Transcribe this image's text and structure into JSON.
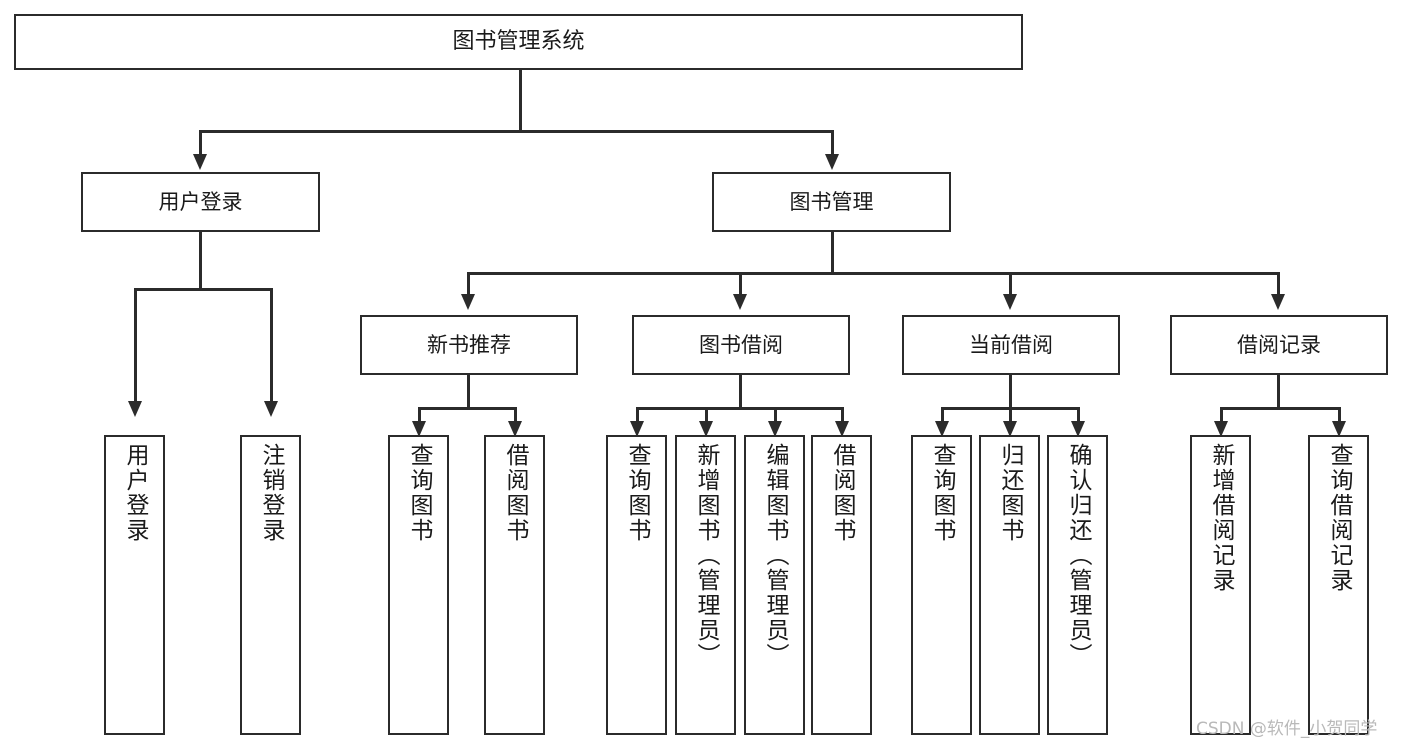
{
  "diagram": {
    "type": "tree-hierarchy-chart",
    "title_node": {
      "id": "root",
      "label": "图书管理系统"
    },
    "level2": [
      {
        "id": "user-login",
        "label": "用户登录"
      },
      {
        "id": "book-management",
        "label": "图书管理"
      }
    ],
    "level3": [
      {
        "id": "new-book-recommend",
        "label": "新书推荐",
        "parent": "book-management"
      },
      {
        "id": "book-borrow",
        "label": "图书借阅",
        "parent": "book-management"
      },
      {
        "id": "current-borrow",
        "label": "当前借阅",
        "parent": "book-management"
      },
      {
        "id": "borrow-record",
        "label": "借阅记录",
        "parent": "book-management"
      }
    ],
    "leaves": [
      {
        "id": "leaf-user-login",
        "label": "用户登录",
        "parent": "user-login"
      },
      {
        "id": "leaf-logout-login",
        "label": "注销登录",
        "parent": "user-login"
      },
      {
        "id": "leaf-query-book-1",
        "label": "查询图书",
        "parent": "new-book-recommend"
      },
      {
        "id": "leaf-borrow-book-1",
        "label": "借阅图书",
        "parent": "new-book-recommend"
      },
      {
        "id": "leaf-query-book-2",
        "label": "查询图书",
        "parent": "book-borrow"
      },
      {
        "id": "leaf-add-book",
        "label": "新增图书（管理员）",
        "parent": "book-borrow"
      },
      {
        "id": "leaf-edit-book",
        "label": "编辑图书（管理员）",
        "parent": "book-borrow"
      },
      {
        "id": "leaf-borrow-book-2",
        "label": "借阅图书",
        "parent": "book-borrow"
      },
      {
        "id": "leaf-query-book-3",
        "label": "查询图书",
        "parent": "current-borrow"
      },
      {
        "id": "leaf-return-book",
        "label": "归还图书",
        "parent": "current-borrow"
      },
      {
        "id": "leaf-confirm-return",
        "label": "确认归还（管理员）",
        "parent": "current-borrow"
      },
      {
        "id": "leaf-add-borrow-record",
        "label": "新增借阅记录",
        "parent": "borrow-record"
      },
      {
        "id": "leaf-query-borrow-record",
        "label": "查询借阅记录",
        "parent": "borrow-record"
      }
    ],
    "watermark": "CSDN @软件_小贺同学",
    "colors": {
      "stroke": "#2b2b2b",
      "fill": "#ffffff",
      "text": "#1a1a1a",
      "watermark": "#b9b9b9"
    }
  }
}
